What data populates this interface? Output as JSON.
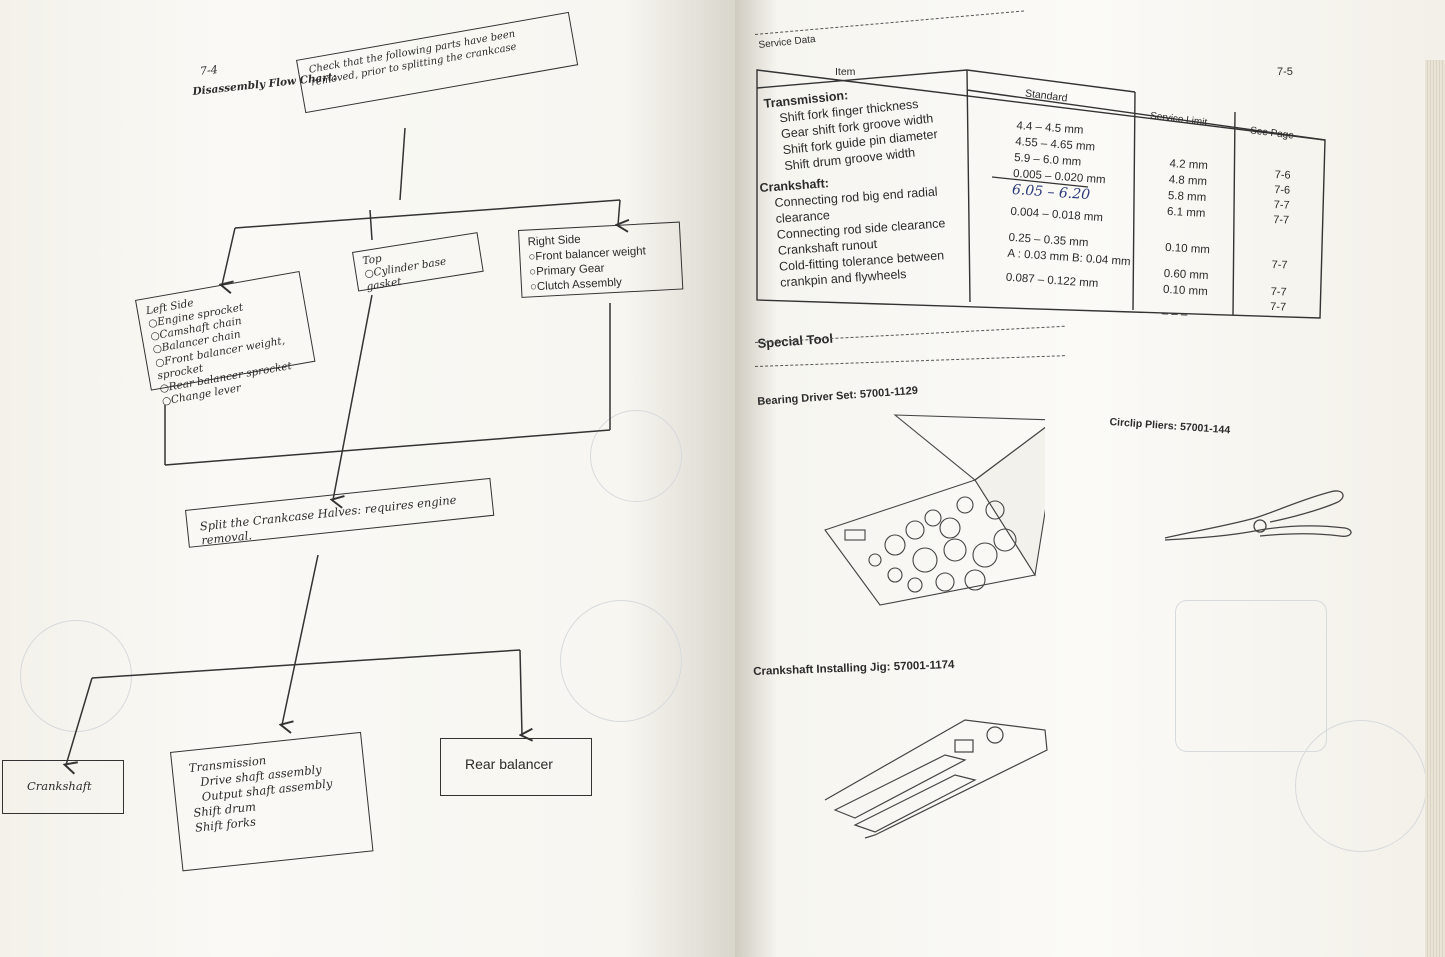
{
  "left_page": {
    "page_number": "7-4",
    "section_title": "Disassembly Flow Chart:",
    "top_box": "Check that the following parts have been removed, prior to splitting the crankcase",
    "left_side": {
      "heading": "Left Side",
      "items": [
        "○Engine sprocket",
        "○Camshaft chain",
        "○Balancer chain",
        "○Front balancer weight, sprocket",
        "○Rear balancer sprocket",
        "○Change lever"
      ]
    },
    "top": {
      "heading": "Top",
      "items": [
        "○Cylinder base gasket"
      ]
    },
    "right_side": {
      "heading": "Right Side",
      "items": [
        "○Front balancer weight",
        "○Primary Gear",
        "○Clutch Assembly"
      ]
    },
    "split_box": "Split the Crankcase Halves: requires engine removal.",
    "crankshaft_box": "Crankshaft",
    "transmission_box": {
      "heading": "Transmission",
      "items": [
        "Drive shaft assembly",
        "Output shaft assembly",
        "Shift drum",
        "Shift forks"
      ]
    },
    "rear_balancer_box": "Rear balancer"
  },
  "right_page": {
    "page_number": "7-5",
    "section_title": "Service Data",
    "table": {
      "headers": [
        "Item",
        "Standard",
        "Service Limit",
        "See Page"
      ],
      "rows": [
        {
          "item": "Transmission:",
          "standard": "",
          "limit": "",
          "page": "",
          "group": true
        },
        {
          "item": "Shift fork finger thickness",
          "standard": "4.4 – 4.5 mm",
          "limit": "4.2 mm",
          "page": "7-6"
        },
        {
          "item": "Gear shift fork groove width",
          "standard": "4.55 – 4.65 mm",
          "limit": "4.8 mm",
          "page": "7-6"
        },
        {
          "item": "Shift fork guide pin diameter",
          "standard": "5.9 – 6.0 mm",
          "limit": "5.8 mm",
          "page": "7-7"
        },
        {
          "item": "Shift drum groove width",
          "standard": "6.05 – 6.20 mm",
          "limit": "6.1 mm",
          "page": "7-7"
        },
        {
          "item": "Crankshaft:",
          "standard": "",
          "limit": "",
          "page": "",
          "group": true
        },
        {
          "item": "Connecting rod big end radial clearance",
          "standard": "0.004 – 0.018 mm",
          "limit": "0.10 mm",
          "page": ""
        },
        {
          "item": "Connecting rod side clearance",
          "standard": "0.25 – 0.35 mm",
          "limit": "0.60 mm",
          "page": "7-7"
        },
        {
          "item": "Crankshaft runout",
          "standard": "A : 0.03 mm  B: 0.04 mm",
          "limit": "0.10 mm",
          "page": "7-7"
        },
        {
          "item": "Cold-fitting tolerance between crankpin and flywheels",
          "standard": "0.087 – 0.122 mm",
          "limit": "– – –",
          "page": "7-7"
        }
      ],
      "struck_value": "0.005 – 0.020 mm",
      "handwritten_value": "6.05 – 6.20"
    },
    "special_tool_title": "Special Tool",
    "tools": [
      {
        "label": "Bearing Driver Set:",
        "number": "57001-1129"
      },
      {
        "label": "Circlip Pliers:",
        "number": "57001-144"
      },
      {
        "label": "Crankshaft Installing Jig:",
        "number": "57001-1174"
      }
    ]
  }
}
